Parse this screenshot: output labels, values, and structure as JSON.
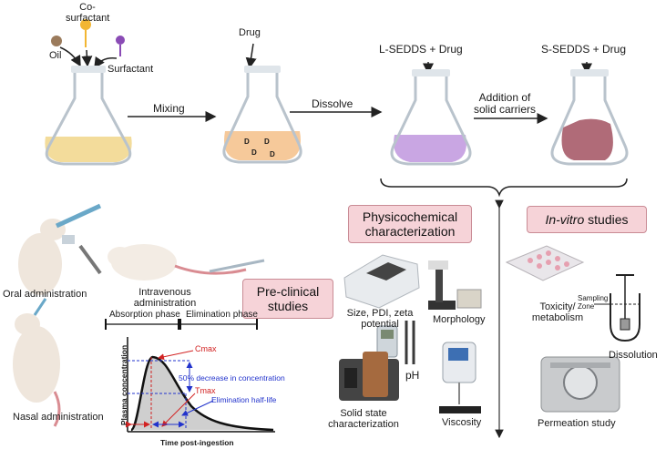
{
  "ingredients": {
    "oil": "Oil",
    "cosurfactant_line1": "Co-",
    "cosurfactant_line2": "surfactant",
    "surfactant": "Surfactant",
    "drug": "Drug"
  },
  "flasks": {
    "lsedds": "L-SEDDS + Drug",
    "ssedds": "S-SEDDS + Drug",
    "drug_marker": "D"
  },
  "steps": {
    "mixing": "Mixing",
    "dissolve": "Dissolve",
    "addition_line1": "Addition of",
    "addition_line2": "solid carriers"
  },
  "sections": {
    "physchem_line1": "Physicochemical",
    "physchem_line2": "characterization",
    "invitro_italic": "In-vitro",
    "invitro_rest": " studies",
    "preclinical_line1": "Pre-clinical",
    "preclinical_line2": "studies"
  },
  "administration": {
    "oral": "Oral administration",
    "iv_line1": "Intravenous",
    "iv_line2": "administration",
    "nasal": "Nasal administration"
  },
  "physchem_items": {
    "size_line1": "Size, PDI, zeta",
    "size_line2": "potential",
    "morphology": "Morphology",
    "ph": "pH",
    "solid_line1": "Solid state",
    "solid_line2": "characterization",
    "viscosity": "Viscosity"
  },
  "invitro_items": {
    "toxicity_line1": "Toxicity/",
    "toxicity_line2": "metabolism",
    "sampling_line1": "Sampling",
    "sampling_line2": "Zone",
    "dissolution": "Dissolution",
    "permeation": "Permeation study"
  },
  "pk_graph": {
    "absorption": "Absorption phase",
    "elimination": "Elimination phase",
    "cmax": "Cmax",
    "tmax": "Tmax",
    "decrease": "50% decrease in concentration",
    "halflife": "Elimination half-life",
    "ylabel": "Plasma concentration",
    "xlabel": "Time post-ingestion"
  },
  "colors": {
    "box_fill": "#f6d3d8",
    "box_border": "#c98b95",
    "liquid_yellow": "#f3dc9b",
    "liquid_orange": "#f6c99a",
    "liquid_purple": "#c9a6e3",
    "powder": "#b06b78",
    "cmax_red": "#d22222",
    "halflife_blue": "#2233cc"
  }
}
